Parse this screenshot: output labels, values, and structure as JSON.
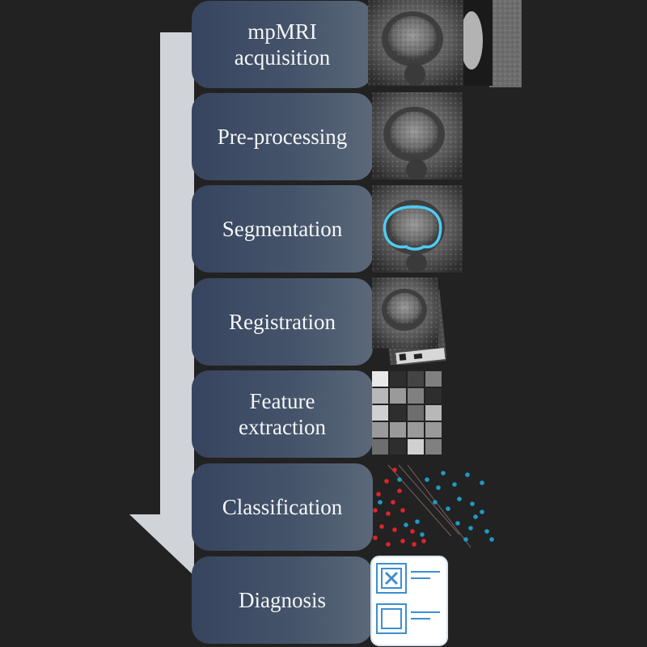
{
  "steps": [
    {
      "label": "mpMRI\nacquisition"
    },
    {
      "label": "Pre-processing"
    },
    {
      "label": "Segmentation"
    },
    {
      "label": "Registration"
    },
    {
      "label": "Feature\nextraction"
    },
    {
      "label": "Classification"
    },
    {
      "label": "Diagnosis"
    }
  ],
  "icons": [
    "mri-slice-stack-icon",
    "mri-slice-icon",
    "segmented-prostate-icon",
    "registered-slices-icon",
    "feature-grid-icon",
    "scatter-classifier-icon",
    "report-document-icon"
  ],
  "colors": {
    "background": "#222222",
    "arrow": "#d0d3d8",
    "step_box_left": "#36445f",
    "step_box_right": "#5a6879",
    "step_text": "#f4f6f8",
    "contour": "#4ecbf2",
    "class_a": "#e0242c",
    "class_b": "#1f9ac4",
    "report_stroke": "#3c8fd0"
  }
}
